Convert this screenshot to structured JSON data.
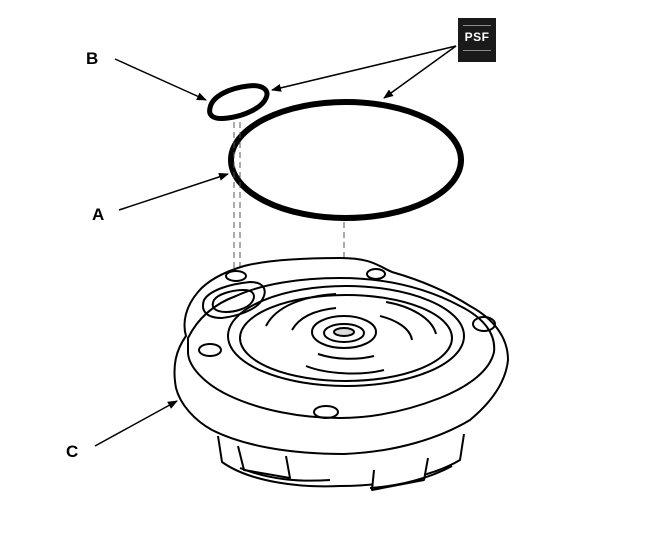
{
  "labels": {
    "a": "A",
    "b": "B",
    "c": "C"
  },
  "badge": {
    "text": "PSF",
    "background": "#1a1a1a",
    "foreground": "#ffffff"
  },
  "colors": {
    "line": "#000000",
    "background": "#ffffff"
  }
}
